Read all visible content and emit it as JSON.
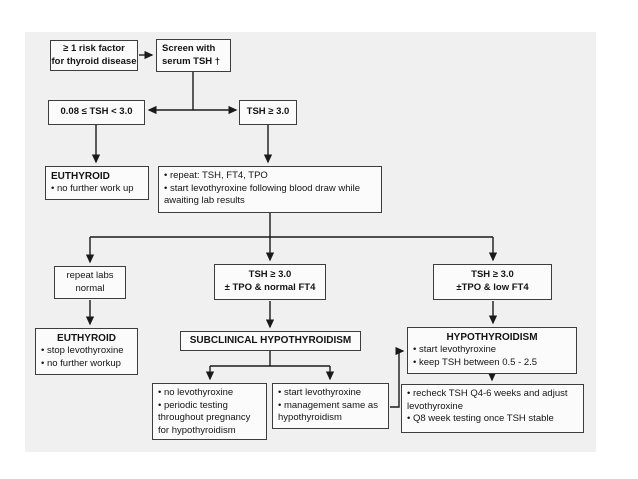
{
  "diagram": {
    "type": "flowchart",
    "topic": "Thyroid disease screening and hypothyroidism management via serum TSH"
  },
  "colors": {
    "canvas_bg": "#f0f0f0",
    "node_bg": "#fbfbfb",
    "node_border": "#3d3d3d",
    "line": "#1a1a1a",
    "text": "#141414"
  },
  "nodes": {
    "risk_factor": {
      "line1": "≥ 1 risk factor",
      "line2": "for thyroid disease"
    },
    "screen": {
      "line1": "Screen with",
      "line2": "serum TSH †"
    },
    "tsh_low": {
      "label": "0.08 ≤ TSH < 3.0"
    },
    "tsh_high": {
      "label": "TSH ≥ 3.0"
    },
    "euthyroid_1": {
      "title": "EUTHYROID",
      "bullet1": "• no further work up"
    },
    "repeat_tests": {
      "bullet1": "• repeat: TSH, FT4, TPO",
      "bullet2": "• start levothyroxine following blood draw while awaiting lab results"
    },
    "repeat_labs_normal": {
      "line1": "repeat labs",
      "line2": "normal"
    },
    "subclinical_condition": {
      "line1": "TSH ≥ 3.0",
      "line2": "± TPO & normal FT4"
    },
    "hypothyroid_condition": {
      "line1": "TSH ≥ 3.0",
      "line2": "±TPO & low FT4"
    },
    "euthyroid_2": {
      "title": "EUTHYROID",
      "bullet1": "• stop levothyroxine",
      "bullet2": "• no further workup"
    },
    "subclinical_dx": {
      "title": "SUBCLINICAL HYPOTHYROIDISM"
    },
    "hypothyroidism_dx": {
      "title": "HYPOTHYROIDISM",
      "bullet1": "• start levothyroxine",
      "bullet2": "• keep TSH between 0.5 - 2.5"
    },
    "pregnancy_mgmt": {
      "bullet1": "• no levothyroxine",
      "bullet2": "• periodic testing throughout pregnancy for hypothyroidism"
    },
    "start_levo_mgmt": {
      "bullet1": "• start levothyroxine",
      "bullet2": "• management same as hypothyroidism"
    },
    "recheck_mgmt": {
      "bullet1": "• recheck TSH Q4-6 weeks and adjust levothyroxine",
      "bullet2": "• Q8 week testing once TSH stable"
    }
  }
}
